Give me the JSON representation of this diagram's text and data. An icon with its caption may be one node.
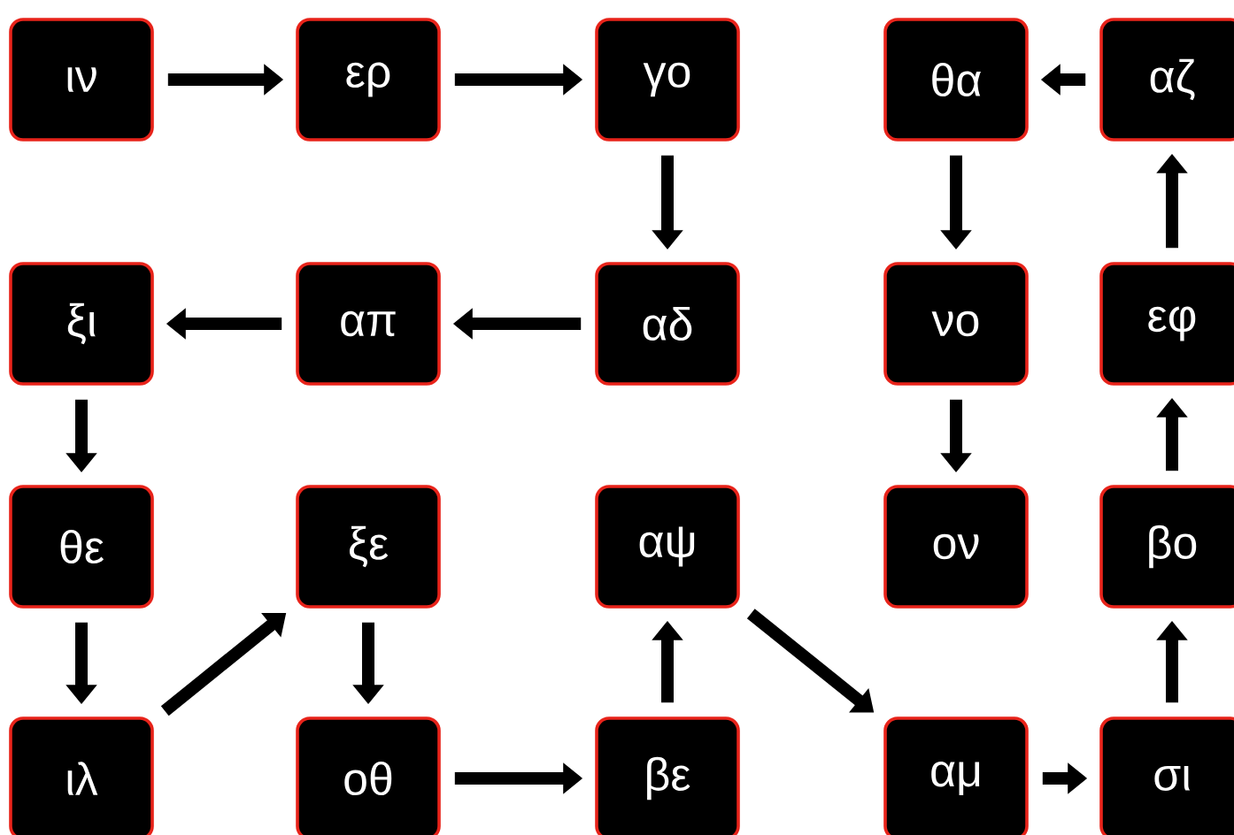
{
  "diagram": {
    "nodes": [
      {
        "text": [
          "ιν"
        ]
      },
      {
        "text": [
          "ερ"
        ]
      },
      {
        "text": [
          "γο"
        ]
      },
      {
        "text": [
          "θα"
        ]
      },
      {
        "text": [
          "αζ"
        ]
      },
      {
        "text": [
          "ξι"
        ]
      },
      {
        "text": [
          "απ"
        ]
      },
      {
        "text": [
          "αδ"
        ]
      },
      {
        "text": [
          "νο"
        ]
      },
      {
        "text": [
          "εφ"
        ]
      },
      {
        "text": [
          "θε"
        ]
      },
      {
        "text": [
          "ξε"
        ]
      },
      {
        "text": [
          "αψ"
        ]
      },
      {
        "text": [
          "ον"
        ]
      },
      {
        "text": [
          "βο"
        ]
      },
      {
        "text": [
          "ιλ"
        ]
      },
      {
        "text": [
          "οθ"
        ]
      },
      {
        "text": [
          "βε"
        ]
      },
      {
        "text": [
          "αμ"
        ]
      },
      {
        "text": [
          "σι"
        ]
      }
    ],
    "edges": [
      {
        "from": 0,
        "to": 1,
        "arrow": "to"
      },
      {
        "from": 1,
        "to": 2,
        "arrow": "to"
      },
      {
        "from": 2,
        "to": 7,
        "arrow": "to"
      },
      {
        "from": 7,
        "to": 6,
        "arrow": "to"
      },
      {
        "from": 6,
        "to": 5,
        "arrow": "to"
      },
      {
        "from": 5,
        "to": 10,
        "arrow": "to"
      },
      {
        "from": 10,
        "to": 15,
        "arrow": "to"
      },
      {
        "from": 15,
        "to": 11,
        "arrow": "to"
      },
      {
        "from": 11,
        "to": 16,
        "arrow": "to"
      },
      {
        "from": 16,
        "to": 17,
        "arrow": "to"
      },
      {
        "from": 17,
        "to": 12,
        "arrow": "to"
      },
      {
        "from": 12,
        "to": 18,
        "arrow": "to"
      },
      {
        "from": 18,
        "to": 19,
        "arrow": "to"
      },
      {
        "from": 19,
        "to": 14,
        "arrow": "to"
      },
      {
        "from": 14,
        "to": 9,
        "arrow": "to"
      },
      {
        "from": 9,
        "to": 4,
        "arrow": "to"
      },
      {
        "from": 4,
        "to": 3,
        "arrow": "to"
      },
      {
        "from": 3,
        "to": 8,
        "arrow": "to"
      },
      {
        "from": 8,
        "to": 13,
        "arrow": "to"
      }
    ]
  }
}
